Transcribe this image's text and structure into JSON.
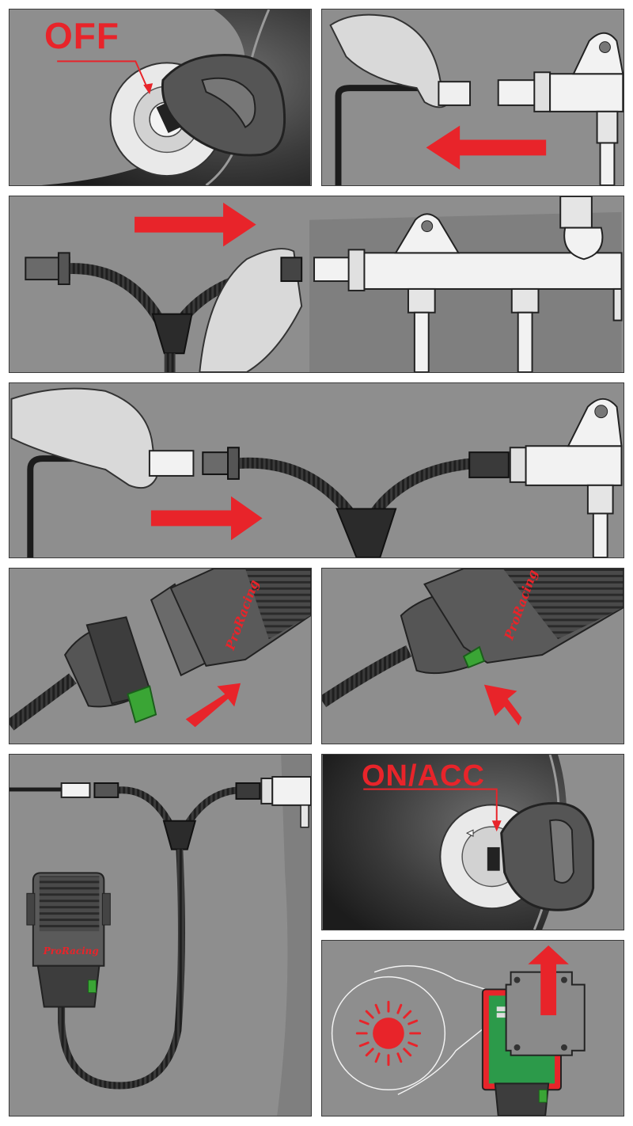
{
  "steps": {
    "ignition_off": {
      "label": "OFF"
    },
    "ignition_on": {
      "label": "ON/ACC"
    },
    "module": {
      "brand": "ProRacing"
    }
  },
  "colors": {
    "panel_bg": "#8e8e8e",
    "arrow_red": "#e8242a",
    "clip_green": "#3aa535",
    "pcb_green": "#2c9a4a",
    "cable_dark": "#2b2b2b",
    "part_white": "#f2f2f2"
  },
  "icons": [
    "ignition-key-icon",
    "arrow-right-icon",
    "arrow-left-icon",
    "arrow-up-icon",
    "led-light-icon",
    "connector-icon",
    "tuning-module-icon"
  ]
}
